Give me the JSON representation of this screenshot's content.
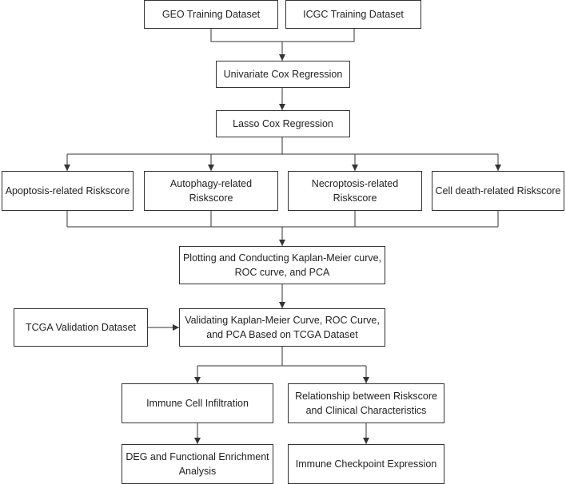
{
  "nodes": [
    {
      "id": "geo",
      "lines": [
        "GEO Training Dataset"
      ]
    },
    {
      "id": "icgc",
      "lines": [
        "ICGC Training Dataset"
      ]
    },
    {
      "id": "univariate",
      "lines": [
        "Univariate Cox Regression"
      ]
    },
    {
      "id": "lasso",
      "lines": [
        "Lasso Cox Regression"
      ]
    },
    {
      "id": "apoptosis",
      "lines": [
        "Apoptosis-related Riskscore"
      ]
    },
    {
      "id": "autophagy",
      "lines": [
        "Autophagy-related",
        "Riskscore"
      ]
    },
    {
      "id": "necroptosis",
      "lines": [
        "Necroptosis-related",
        "Riskscore"
      ]
    },
    {
      "id": "celldeath",
      "lines": [
        "Cell death-related Riskscore"
      ]
    },
    {
      "id": "plotting",
      "lines": [
        "Plotting and Conducting Kaplan-Meier curve,",
        "ROC curve, and PCA"
      ]
    },
    {
      "id": "tcga",
      "lines": [
        "TCGA Validation Dataset"
      ]
    },
    {
      "id": "validating",
      "lines": [
        "Validating Kaplan-Meier Curve, ROC Curve,",
        "and PCA Based on TCGA Dataset"
      ]
    },
    {
      "id": "immune",
      "lines": [
        "Immune Cell Infiltration"
      ]
    },
    {
      "id": "relationship",
      "lines": [
        "Relationship between Riskscore",
        "and Clinical Characteristics"
      ]
    },
    {
      "id": "deg",
      "lines": [
        "DEG and Functional Enrichment",
        "Analysis"
      ]
    },
    {
      "id": "checkpoint",
      "lines": [
        "Immune Checkpoint Expression"
      ]
    }
  ]
}
